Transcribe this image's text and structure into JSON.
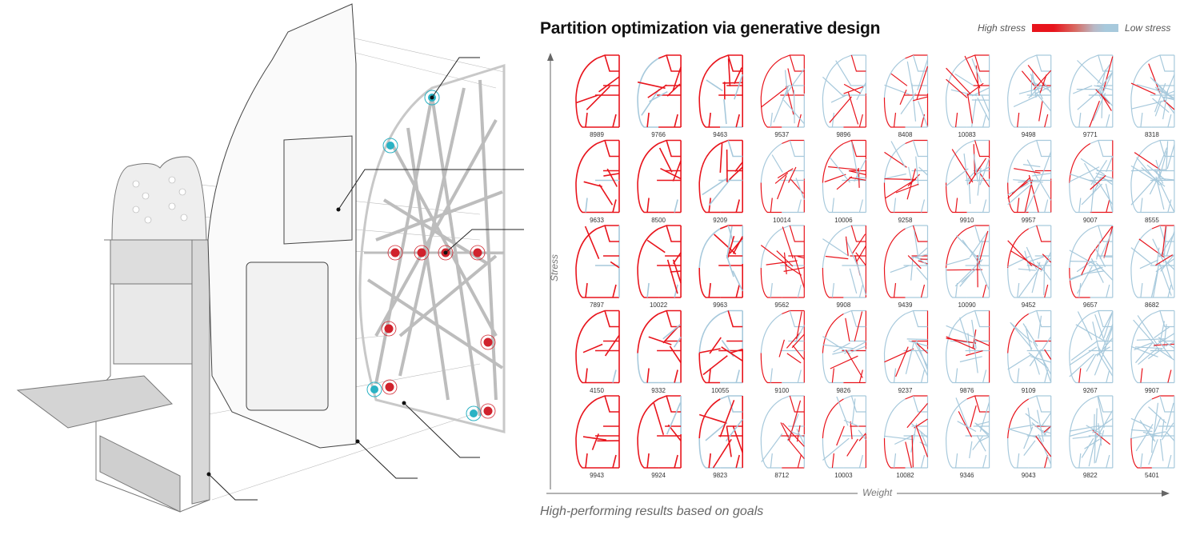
{
  "title": "Partition optimization via generative design",
  "legend": {
    "high_label": "High stress",
    "low_label": "Low stress",
    "high_color": "#e8141c",
    "low_color": "#a7c9dc"
  },
  "axes": {
    "y_label": "Stress",
    "x_label": "Weight"
  },
  "caption": "High-performing results based on goals",
  "designs": [
    [
      "8989",
      "9766",
      "9463",
      "9537",
      "9896",
      "8408",
      "10083",
      "9498",
      "9771",
      "8318"
    ],
    [
      "9633",
      "8500",
      "9209",
      "10014",
      "10006",
      "9258",
      "9910",
      "9957",
      "9007",
      "8555"
    ],
    [
      "7897",
      "10022",
      "9963",
      "9562",
      "9908",
      "9439",
      "10090",
      "9452",
      "9657",
      "8682"
    ],
    [
      "4150",
      "9332",
      "10055",
      "9100",
      "9826",
      "9237",
      "9876",
      "9109",
      "9267",
      "9907"
    ],
    [
      "9943",
      "9924",
      "9823",
      "8712",
      "10003",
      "10082",
      "9346",
      "9043",
      "9822",
      "5401"
    ]
  ]
}
